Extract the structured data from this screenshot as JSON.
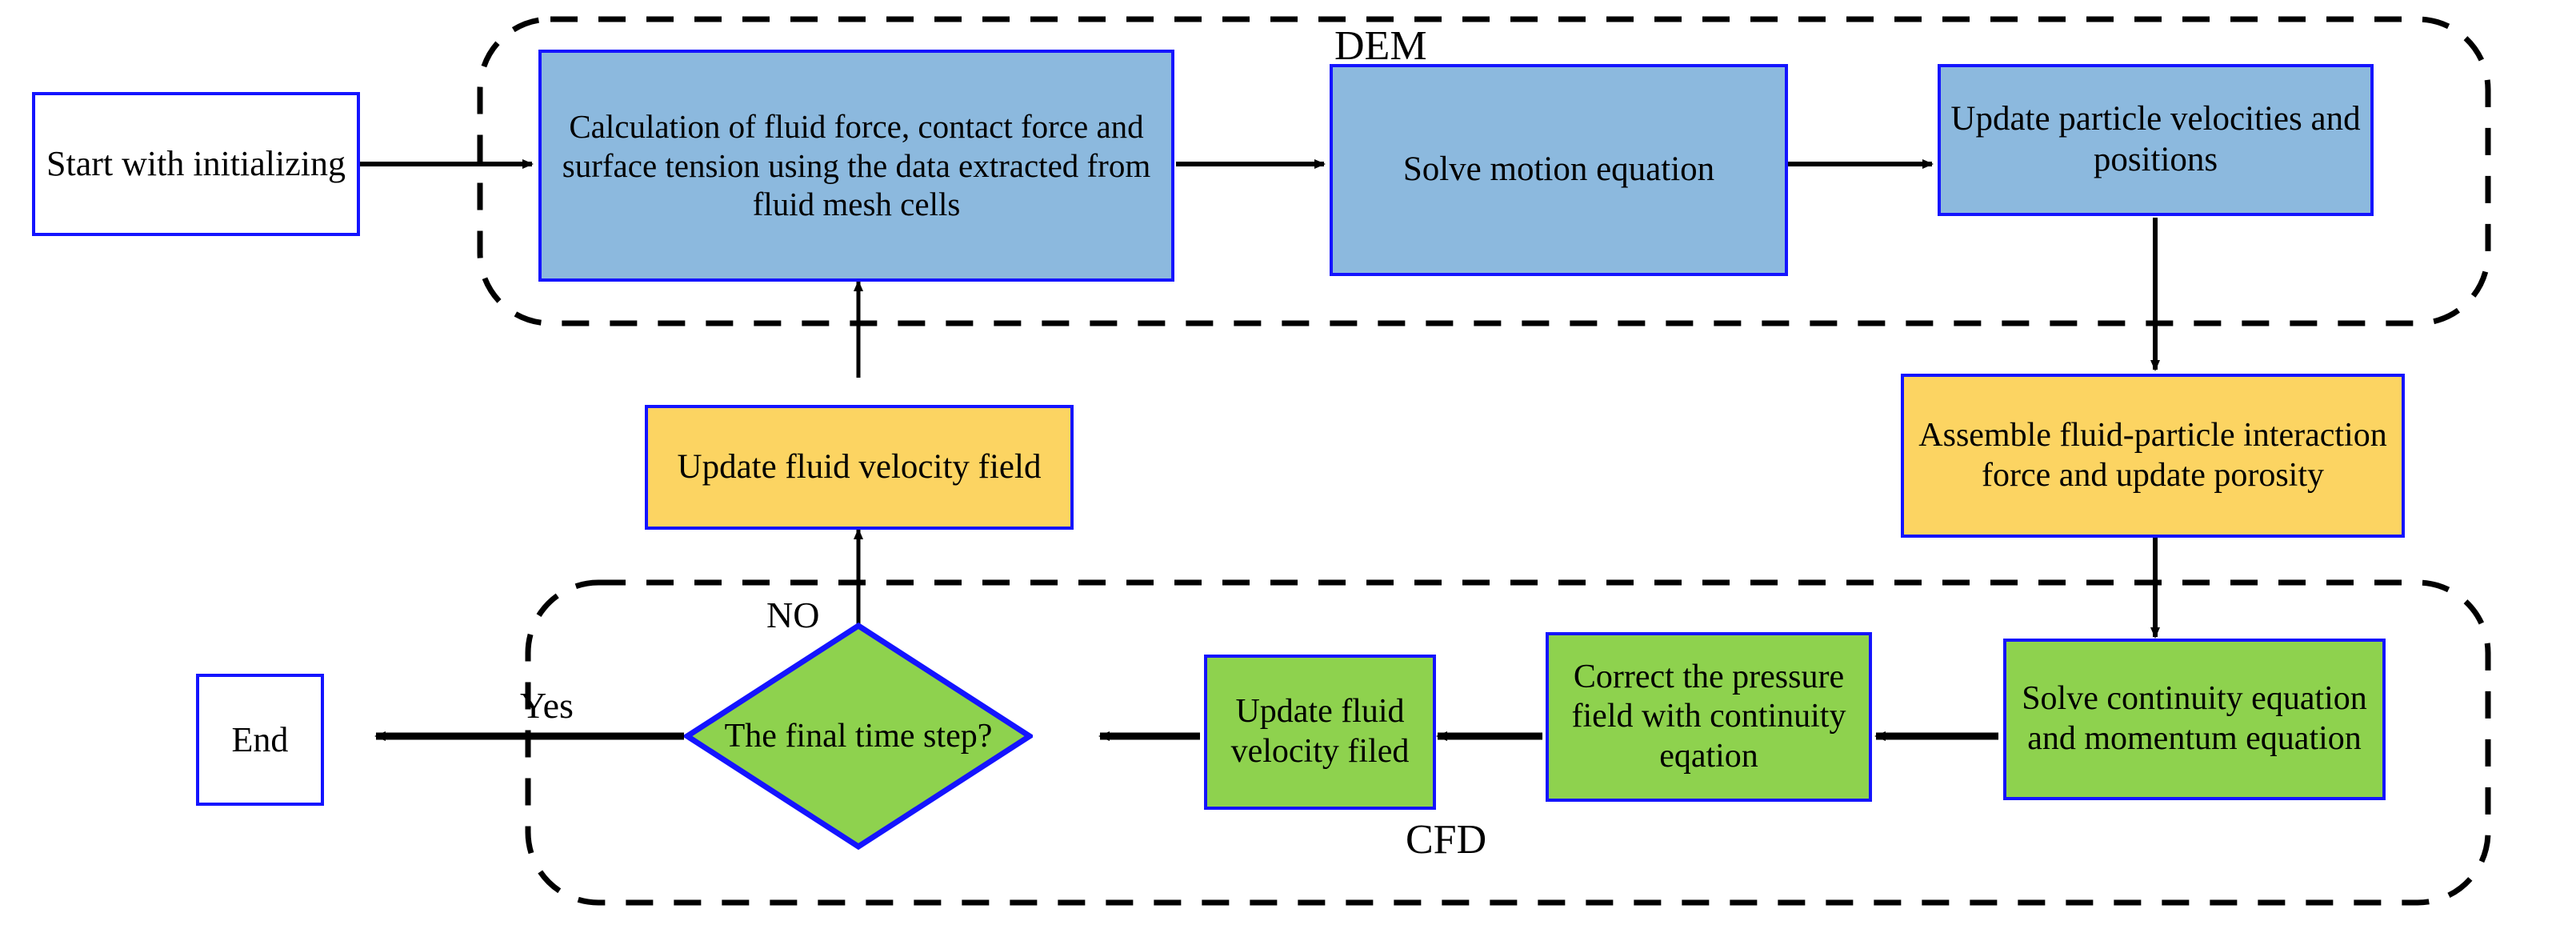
{
  "diagram": {
    "title_present": false,
    "colors": {
      "border": "#1414ff",
      "blue_fill": "#8cb9de",
      "orange_fill": "#fcd462",
      "green_fill": "#8ed24e",
      "white_fill": "#ffffff",
      "line": "#000000"
    },
    "groups": [
      {
        "id": "dem",
        "label": "DEM"
      },
      {
        "id": "cfd",
        "label": "CFD"
      }
    ],
    "edge_labels": [
      {
        "id": "no",
        "text": "NO"
      },
      {
        "id": "yes",
        "text": "Yes"
      }
    ],
    "nodes": [
      {
        "id": "start",
        "shape": "rect",
        "fill": "white",
        "text": "Start with initializing"
      },
      {
        "id": "calc-forces",
        "shape": "rect",
        "fill": "blue",
        "text": "Calculation of fluid force, contact force and surface tension using the data extracted from fluid mesh cells"
      },
      {
        "id": "solve-motion",
        "shape": "rect",
        "fill": "blue",
        "text": "Solve motion equation"
      },
      {
        "id": "update-particle",
        "shape": "rect",
        "fill": "blue",
        "text": "Update particle velocities and positions"
      },
      {
        "id": "assemble-force",
        "shape": "rect",
        "fill": "orange",
        "text": "Assemble fluid-particle interaction force and update porosity"
      },
      {
        "id": "update-fluid-vel",
        "shape": "rect",
        "fill": "orange",
        "text": "Update fluid velocity field"
      },
      {
        "id": "solve-continuity",
        "shape": "rect",
        "fill": "green",
        "text": "Solve continuity equation and momentum equation"
      },
      {
        "id": "correct-pressure",
        "shape": "rect",
        "fill": "green",
        "text": "Correct the pressure field with continuity eqation"
      },
      {
        "id": "update-fluid-filed",
        "shape": "rect",
        "fill": "green",
        "text": "Update fluid velocity filed"
      },
      {
        "id": "final-time-step",
        "shape": "diamond",
        "fill": "green",
        "text": "The final time step?"
      },
      {
        "id": "end",
        "shape": "rect",
        "fill": "white",
        "text": "End"
      }
    ]
  }
}
